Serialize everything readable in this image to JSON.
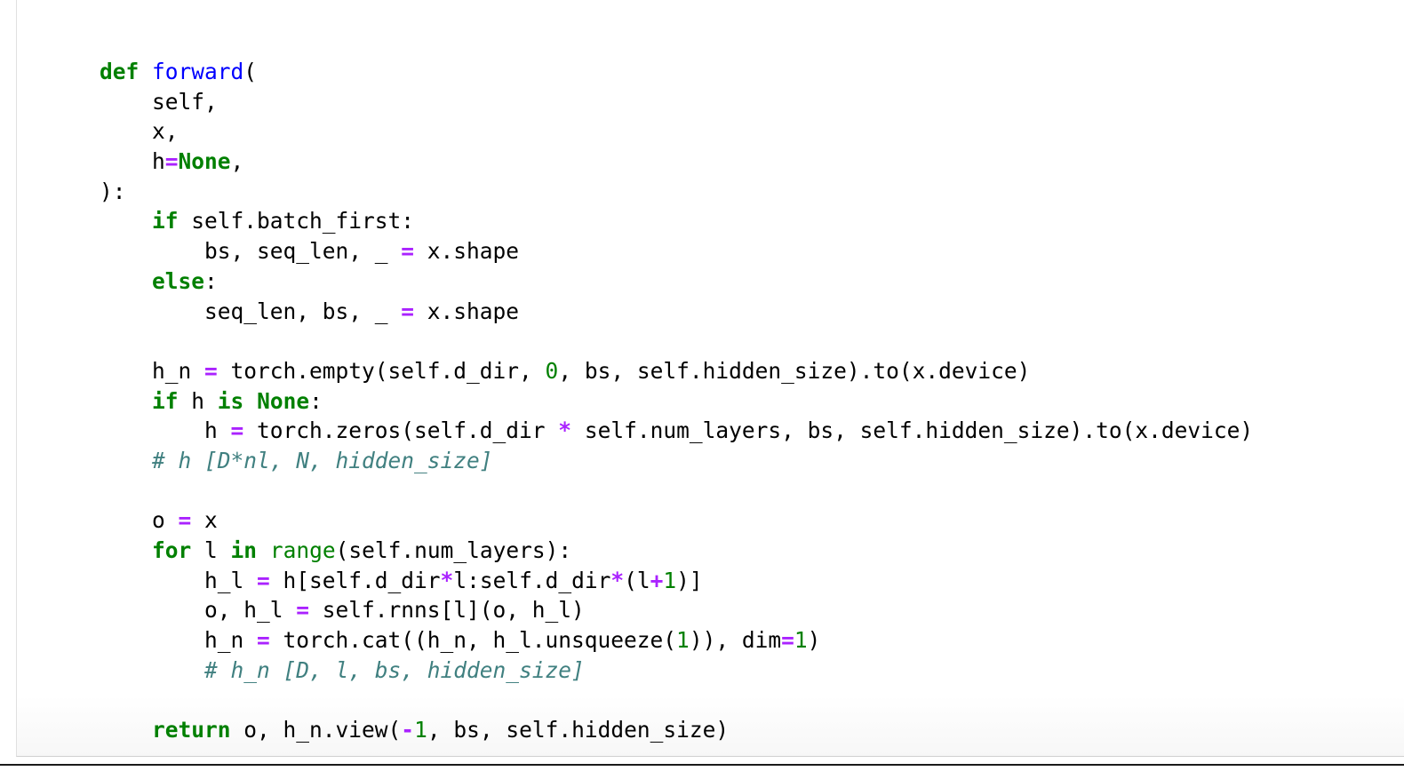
{
  "code_cell": {
    "lines": [
      [
        {
          "t": "def",
          "c": "kw"
        },
        {
          "t": " "
        },
        {
          "t": "forward",
          "c": "fn"
        },
        {
          "t": "("
        }
      ],
      [
        {
          "t": "    self,"
        }
      ],
      [
        {
          "t": "    x,"
        }
      ],
      [
        {
          "t": "    h"
        },
        {
          "t": "=",
          "c": "op"
        },
        {
          "t": "None",
          "c": "kw"
        },
        {
          "t": ","
        }
      ],
      [
        {
          "t": "):"
        }
      ],
      [
        {
          "t": "    "
        },
        {
          "t": "if",
          "c": "kw"
        },
        {
          "t": " self.batch_first:"
        }
      ],
      [
        {
          "t": "        bs, seq_len, _ "
        },
        {
          "t": "=",
          "c": "op"
        },
        {
          "t": " x.shape"
        }
      ],
      [
        {
          "t": "    "
        },
        {
          "t": "else",
          "c": "kw"
        },
        {
          "t": ":"
        }
      ],
      [
        {
          "t": "        seq_len, bs, _ "
        },
        {
          "t": "=",
          "c": "op"
        },
        {
          "t": " x.shape"
        }
      ],
      [
        {
          "t": ""
        }
      ],
      [
        {
          "t": "    h_n "
        },
        {
          "t": "=",
          "c": "op"
        },
        {
          "t": " torch.empty(self.d_dir, "
        },
        {
          "t": "0",
          "c": "num"
        },
        {
          "t": ", bs, self.hidden_size).to(x.device)"
        }
      ],
      [
        {
          "t": "    "
        },
        {
          "t": "if",
          "c": "kw"
        },
        {
          "t": " h "
        },
        {
          "t": "is",
          "c": "kw"
        },
        {
          "t": " "
        },
        {
          "t": "None",
          "c": "kw"
        },
        {
          "t": ":"
        }
      ],
      [
        {
          "t": "        h "
        },
        {
          "t": "=",
          "c": "op"
        },
        {
          "t": " torch.zeros(self.d_dir "
        },
        {
          "t": "*",
          "c": "op"
        },
        {
          "t": " self.num_layers, bs, self.hidden_size).to(x.device)"
        }
      ],
      [
        {
          "t": "    "
        },
        {
          "t": "# h [D*nl, N, hidden_size]",
          "c": "cm"
        }
      ],
      [
        {
          "t": ""
        }
      ],
      [
        {
          "t": "    o "
        },
        {
          "t": "=",
          "c": "op"
        },
        {
          "t": " x"
        }
      ],
      [
        {
          "t": "    "
        },
        {
          "t": "for",
          "c": "kw"
        },
        {
          "t": " l "
        },
        {
          "t": "in",
          "c": "kw"
        },
        {
          "t": " "
        },
        {
          "t": "range",
          "c": "bi"
        },
        {
          "t": "(self.num_layers):"
        }
      ],
      [
        {
          "t": "        h_l "
        },
        {
          "t": "=",
          "c": "op"
        },
        {
          "t": " h[self.d_dir"
        },
        {
          "t": "*",
          "c": "op"
        },
        {
          "t": "l:self.d_dir"
        },
        {
          "t": "*",
          "c": "op"
        },
        {
          "t": "(l"
        },
        {
          "t": "+",
          "c": "op"
        },
        {
          "t": "1",
          "c": "num"
        },
        {
          "t": ")]"
        }
      ],
      [
        {
          "t": "        o, h_l "
        },
        {
          "t": "=",
          "c": "op"
        },
        {
          "t": " self.rnns[l](o, h_l)"
        }
      ],
      [
        {
          "t": "        h_n "
        },
        {
          "t": "=",
          "c": "op"
        },
        {
          "t": " torch.cat((h_n, h_l.unsqueeze("
        },
        {
          "t": "1",
          "c": "num"
        },
        {
          "t": ")), dim"
        },
        {
          "t": "=",
          "c": "op"
        },
        {
          "t": "1",
          "c": "num"
        },
        {
          "t": ")"
        }
      ],
      [
        {
          "t": "        "
        },
        {
          "t": "# h_n [D, l, bs, hidden_size]",
          "c": "cm"
        }
      ],
      [
        {
          "t": ""
        }
      ],
      [
        {
          "t": "    "
        },
        {
          "t": "return",
          "c": "kw"
        },
        {
          "t": " o, h_n.view("
        },
        {
          "t": "-",
          "c": "op"
        },
        {
          "t": "1",
          "c": "num"
        },
        {
          "t": ", bs, self.hidden_size)"
        }
      ]
    ]
  },
  "colors": {
    "keyword": "#008000",
    "function_name": "#0000ff",
    "operator": "#aa22ff",
    "number": "#008000",
    "comment": "#408080"
  }
}
